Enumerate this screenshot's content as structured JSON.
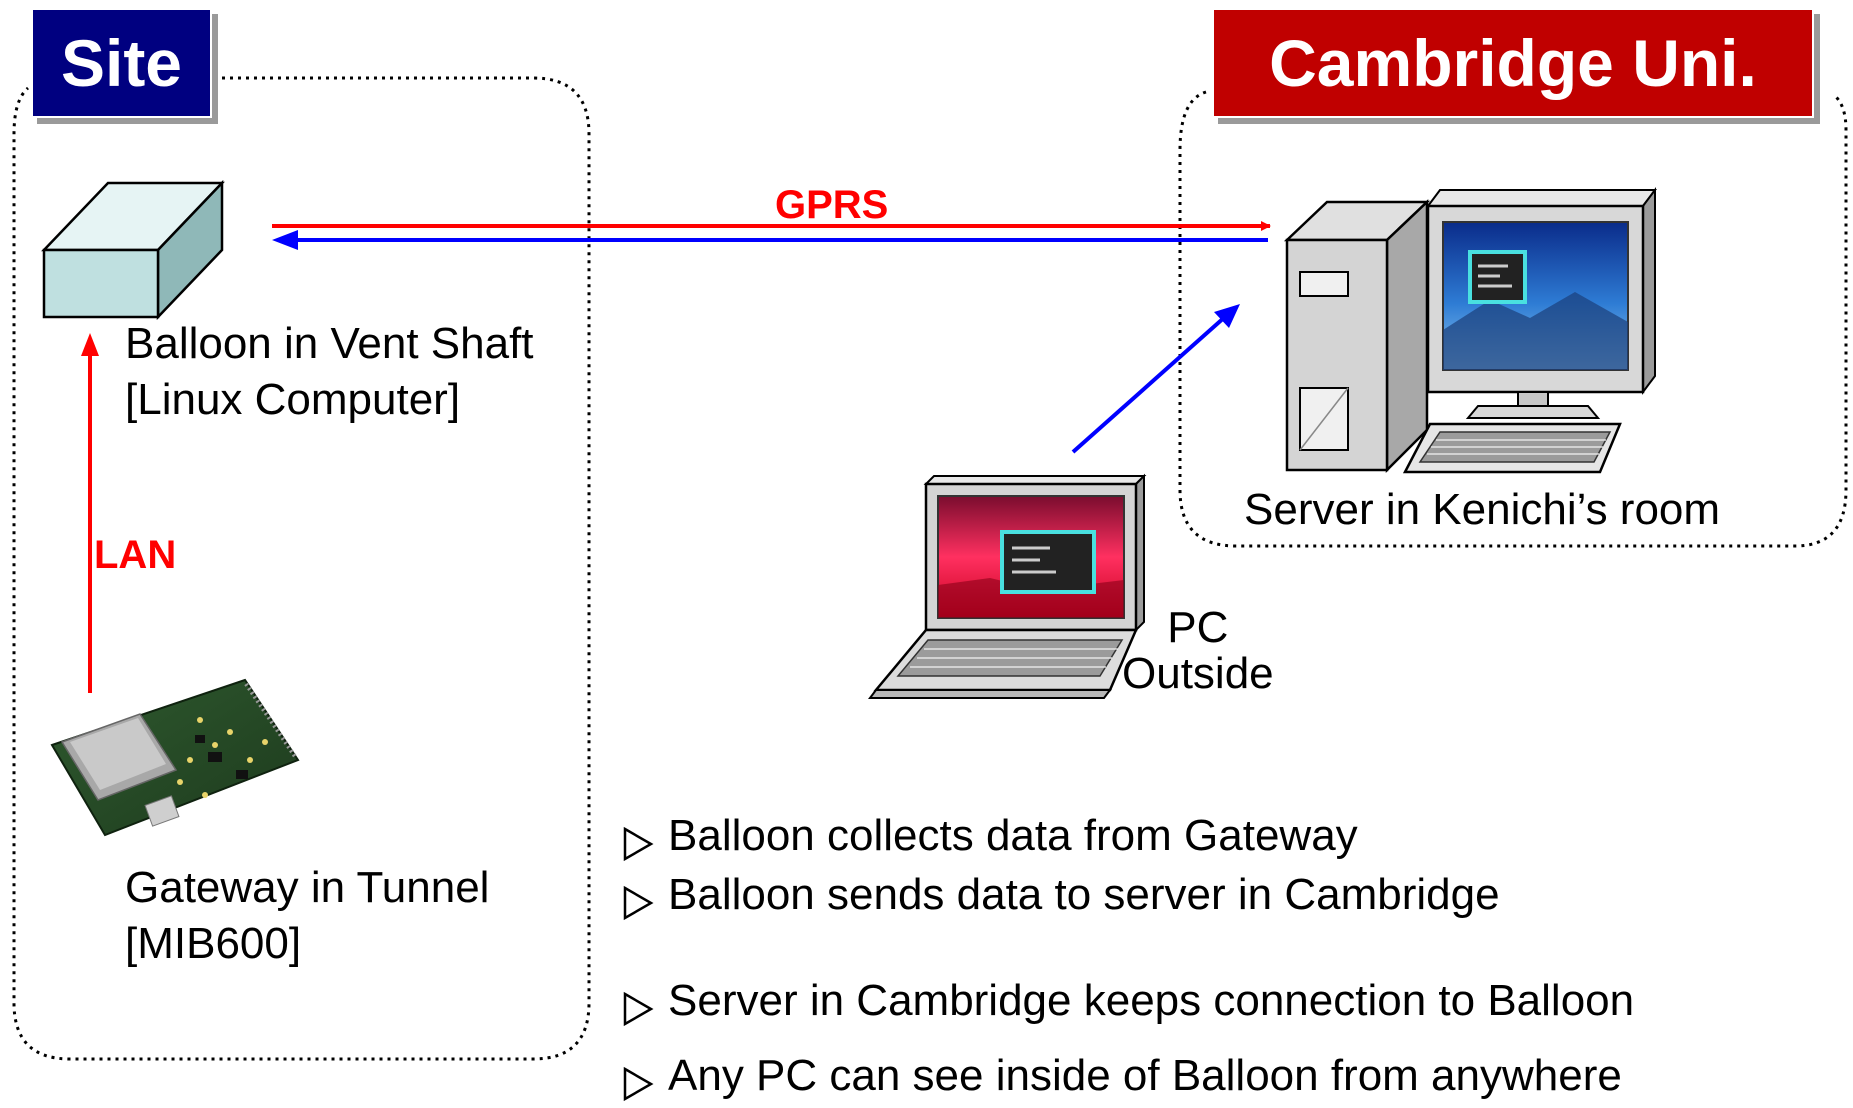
{
  "regions": {
    "site": {
      "title": "Site",
      "color": "#000080"
    },
    "cambridge": {
      "title": "Cambridge Uni.",
      "color": "#c00000"
    }
  },
  "nodes": {
    "balloon": {
      "line1": "Balloon in Vent Shaft",
      "line2": "[Linux Computer]",
      "icon": "computer-box-icon"
    },
    "gateway": {
      "line1": "Gateway in Tunnel",
      "line2": "[MIB600]",
      "icon": "circuit-board-icon"
    },
    "server": {
      "line1": "Server in Kenichi’s room",
      "icon": "desktop-computer-icon"
    },
    "pc": {
      "line1": "PC",
      "line2": "Outside",
      "icon": "laptop-icon"
    }
  },
  "links": {
    "gprs": {
      "label": "GPRS",
      "color": "#ff0000",
      "return_color": "#0000ff"
    },
    "lan": {
      "label": "LAN",
      "color": "#ff0000"
    },
    "pc_to_server": {
      "color": "#0000ff"
    }
  },
  "bullets": [
    {
      "text": "Balloon collects data from Gateway"
    },
    {
      "text": "Balloon sends data to server in Cambridge"
    },
    {
      "text": "Server in Cambridge keeps connection to Balloon"
    },
    {
      "text": "Any PC can see inside of Balloon from anywhere"
    }
  ]
}
